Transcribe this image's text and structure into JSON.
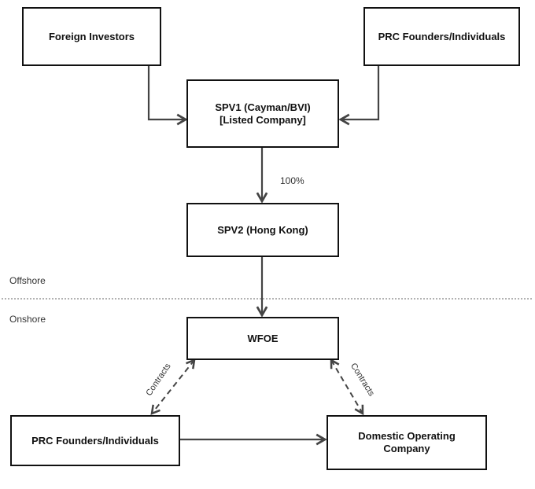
{
  "boxes": {
    "foreign_investors": "Foreign Investors",
    "prc_founders_top": "PRC Founders/Individuals",
    "spv1_line1": "SPV1 (Cayman/BVI)",
    "spv1_line2": "[Listed Company]",
    "spv2": "SPV2 (Hong Kong)",
    "wfoe": "WFOE",
    "prc_founders_bottom": "PRC Founders/Individuals",
    "domestic_line1": "Domestic Operating",
    "domestic_line2": "Company"
  },
  "labels": {
    "ownership": "100%",
    "offshore": "Offshore",
    "onshore": "Onshore",
    "contracts_left": "Contracts",
    "contracts_right": "Contracts"
  },
  "colors": {
    "line": "#444444",
    "box_border": "#111111",
    "divider": "#666666"
  }
}
